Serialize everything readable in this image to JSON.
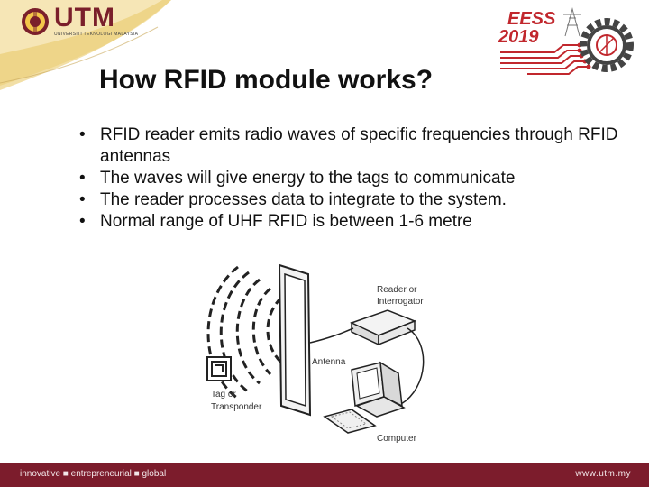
{
  "header": {
    "utm_logo_text": "UTM",
    "utm_logo_subtext": "UNIVERSITI TEKNOLOGI MALAYSIA",
    "eess_line1": "EESS",
    "eess_line2": "2019"
  },
  "slide": {
    "title": "How RFID module works?",
    "bullets": [
      "RFID reader emits radio waves of specific frequencies through RFID antennas",
      "The waves will give energy to the tags to communicate",
      "The reader processes data to integrate to the system.",
      "Normal range of UHF RFID is between 1-6 metre"
    ],
    "bullet_symbol": "•"
  },
  "diagram": {
    "labels": {
      "reader": "Reader or",
      "reader2": "Interrogator",
      "antenna": "Antenna",
      "tag": "Tag or",
      "tag2": "Transponder",
      "computer": "Computer"
    }
  },
  "footer": {
    "left": "innovative ■ entrepreneurial ■ global",
    "right": "www.utm.my"
  },
  "colors": {
    "brand_maroon": "#7c1c2c",
    "eess_red": "#c1272d",
    "header_gold": "#f3e3b0"
  }
}
